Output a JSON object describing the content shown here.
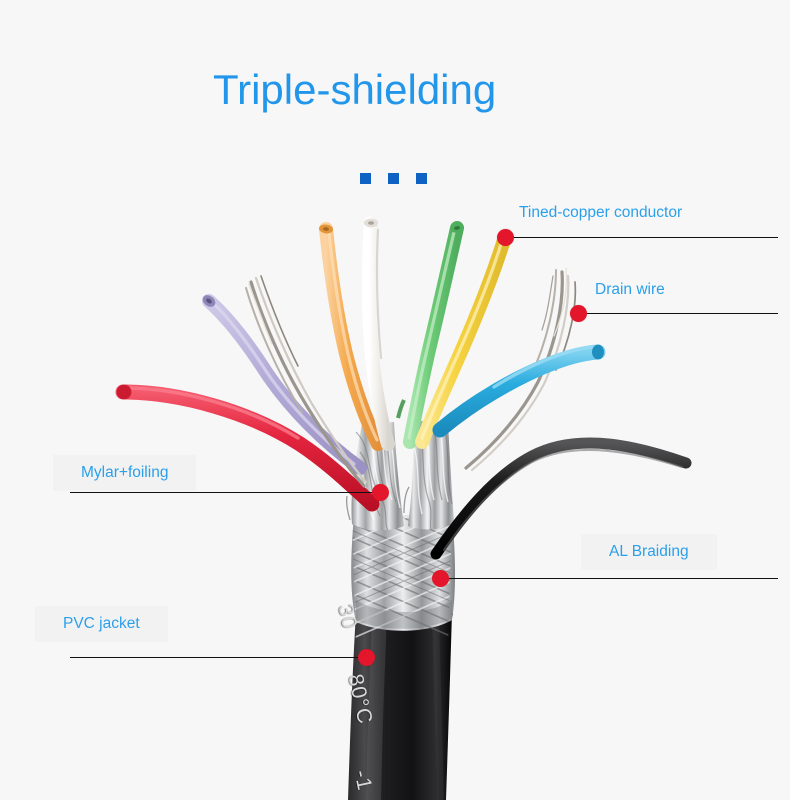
{
  "page": {
    "title": "Triple-shielding",
    "background_color": "#f7f7f7",
    "title_color": "#2196ea",
    "label_color": "#2ba0ea",
    "dot_color": "#e4162b",
    "accent_square_color": "#0d62c4"
  },
  "decor": {
    "squares": [
      "square-1",
      "square-2",
      "square-3"
    ]
  },
  "callouts": [
    {
      "id": "tinned-copper-conductor",
      "label": "Tined-copper conductor",
      "boxed": false,
      "side": "right"
    },
    {
      "id": "drain-wire",
      "label": "Drain wire",
      "boxed": false,
      "side": "right"
    },
    {
      "id": "mylar-foiling",
      "label": "Mylar+foiling",
      "boxed": true,
      "side": "left"
    },
    {
      "id": "al-braiding",
      "label": "AL Braiding",
      "boxed": true,
      "side": "right"
    },
    {
      "id": "pvc-jacket",
      "label": "PVC jacket",
      "boxed": true,
      "side": "left"
    }
  ],
  "cable": {
    "jacket_print": [
      "30",
      "80°C",
      "-1"
    ],
    "wires": [
      {
        "name": "purple-wire",
        "color": "#b2aad6"
      },
      {
        "name": "drain-wire-left",
        "color": "#9e9a93"
      },
      {
        "name": "orange-wire",
        "color": "#f5a94e"
      },
      {
        "name": "white-wire",
        "color": "#f3f0ec"
      },
      {
        "name": "green-wire",
        "color": "#6ecc78"
      },
      {
        "name": "yellow-wire",
        "color": "#f6d341"
      },
      {
        "name": "drain-wire-right",
        "color": "#9e9a93"
      },
      {
        "name": "blue-wire",
        "color": "#2aacdf"
      },
      {
        "name": "red-wire",
        "color": "#e4243e"
      },
      {
        "name": "black-wire",
        "color": "#1b1b1b"
      }
    ],
    "layers": [
      {
        "name": "mylar-foil-shield",
        "color": "#c9cacc"
      },
      {
        "name": "aluminium-braid",
        "color": "#b9bbbd"
      },
      {
        "name": "pvc-outer-jacket",
        "color": "#1c1c1e"
      }
    ]
  }
}
